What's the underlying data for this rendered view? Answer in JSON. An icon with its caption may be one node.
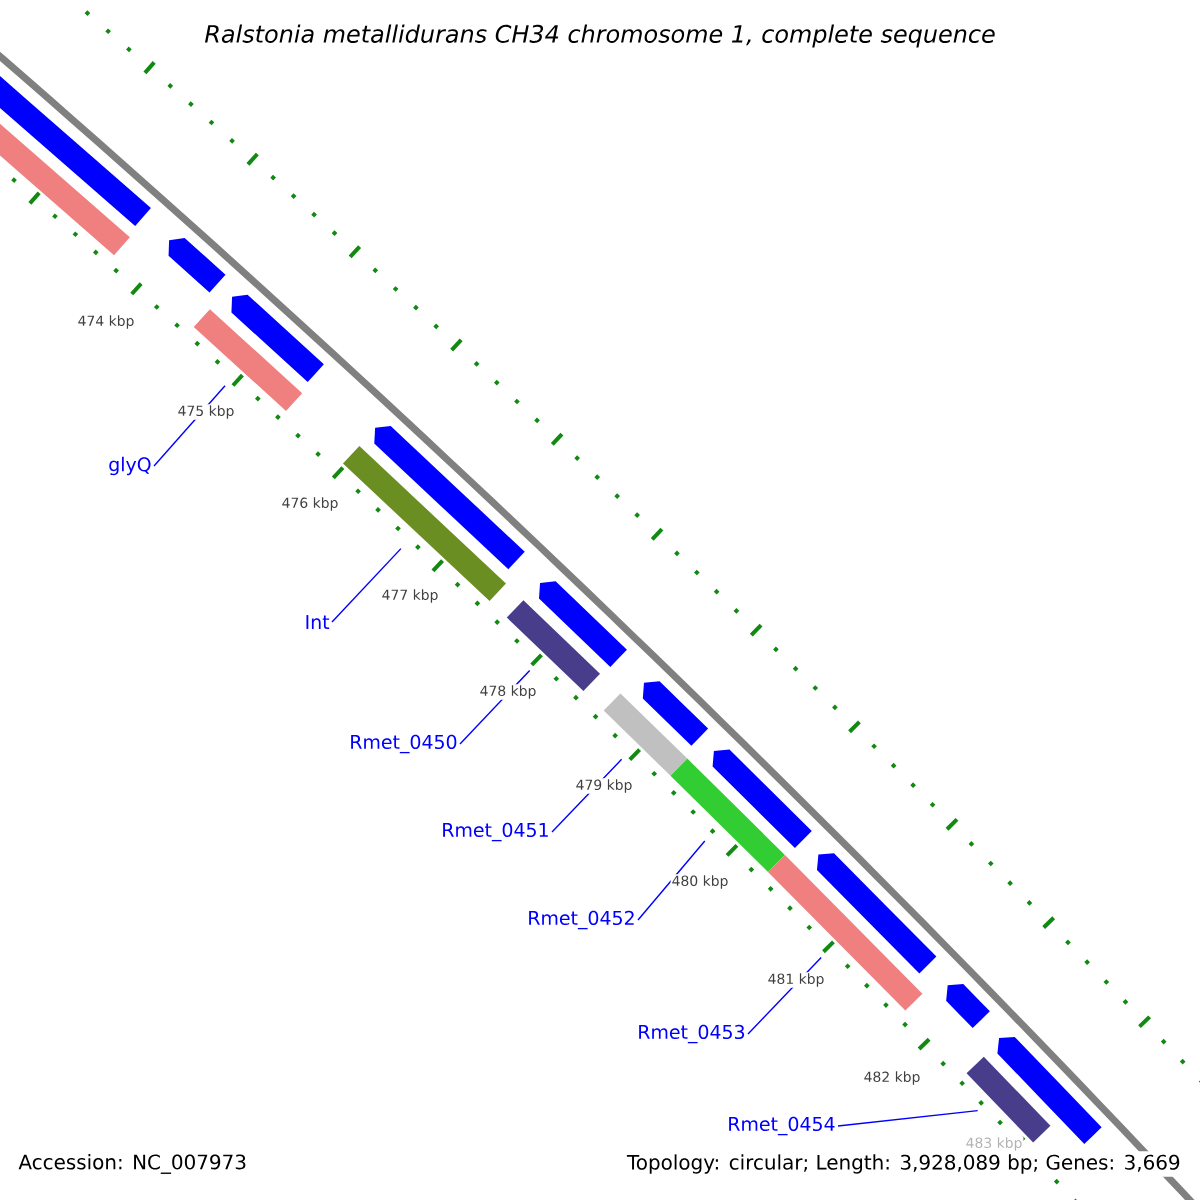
{
  "diagram": {
    "title": "Ralstonia metallidurans CH34 chromosome 1, complete sequence",
    "nodes": [
      {
        "text": [
          "glyQ"
        ]
      },
      {
        "text": [
          "Int"
        ]
      },
      {
        "text": [
          "Rmet_0450"
        ]
      },
      {
        "text": [
          "Rmet_0451"
        ]
      },
      {
        "text": [
          "Rmet_0452"
        ]
      },
      {
        "text": [
          "Rmet_0453"
        ]
      },
      {
        "text": [
          "Rmet_0454"
        ]
      },
      {
        "text": [],
        "shape": "arrow"
      },
      {
        "text": [],
        "shape": "bar"
      },
      {
        "text": [],
        "shape": "arrow"
      },
      {
        "text": [],
        "shape": "bar"
      },
      {
        "text": [],
        "shape": "arrow"
      },
      {
        "text": [],
        "shape": "bar"
      },
      {
        "text": [],
        "shape": "arrow"
      },
      {
        "text": [],
        "shape": "bar"
      },
      {
        "text": [],
        "shape": "arrow"
      },
      {
        "text": [],
        "shape": "bar"
      },
      {
        "text": [],
        "shape": "arrow"
      },
      {
        "text": [],
        "shape": "bar"
      },
      {
        "text": [],
        "shape": "arrow"
      },
      {
        "text": [],
        "shape": "bar"
      },
      {
        "text": [],
        "shape": "arrow"
      },
      {
        "text": [],
        "shape": "arrow"
      },
      {
        "text": [],
        "shape": "bar"
      },
      {
        "text": [],
        "shape": "arrow"
      }
    ],
    "edges": [
      {
        "from": 0,
        "to": 10,
        "arrow": "none"
      },
      {
        "from": 1,
        "to": 12,
        "arrow": "none"
      },
      {
        "from": 2,
        "to": 14,
        "arrow": "none"
      },
      {
        "from": 3,
        "to": 16,
        "arrow": "none"
      },
      {
        "from": 4,
        "to": 18,
        "arrow": "none"
      },
      {
        "from": 5,
        "to": 20,
        "arrow": "none"
      },
      {
        "from": 6,
        "to": 23,
        "arrow": "none"
      }
    ],
    "labels": [
      "474 kbp",
      "475 kbp",
      "476 kbp",
      "477 kbp",
      "478 kbp",
      "479 kbp",
      "480 kbp",
      "481 kbp",
      "482 kbp",
      "483 kbp",
      "Accession: NC_007973",
      "Topology: circular; Length: 3,928,089 bp; Genes: 3,669"
    ]
  }
}
